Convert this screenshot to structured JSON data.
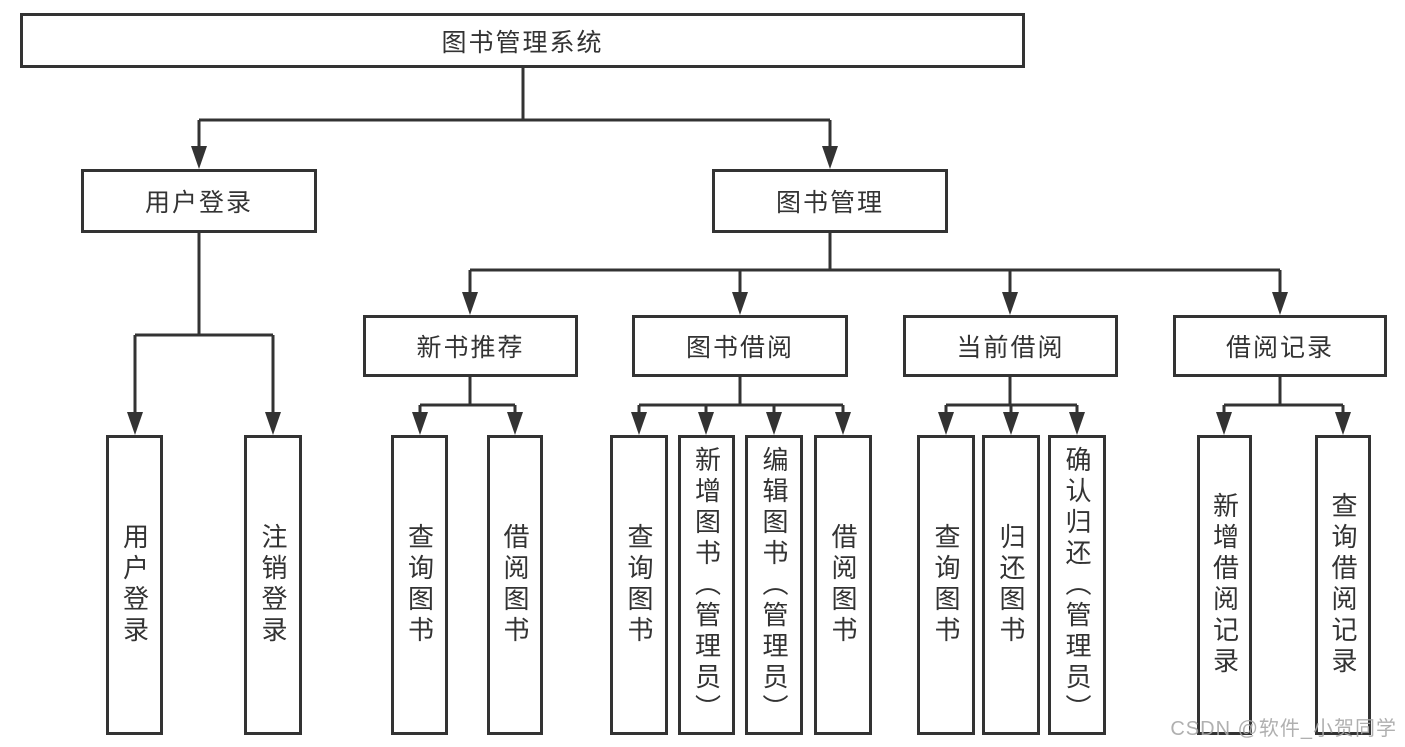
{
  "tree": {
    "root": {
      "label": "图书管理系统"
    },
    "branches": [
      {
        "label": "用户登录",
        "children": [
          {
            "label": "用户登录"
          },
          {
            "label": "注销登录"
          }
        ]
      },
      {
        "label": "图书管理",
        "children": [
          {
            "label": "新书推荐",
            "children": [
              {
                "label": "查询图书"
              },
              {
                "label": "借阅图书"
              }
            ]
          },
          {
            "label": "图书借阅",
            "children": [
              {
                "label": "查询图书"
              },
              {
                "label": "新增图书（管理员）"
              },
              {
                "label": "编辑图书（管理员）"
              },
              {
                "label": "借阅图书"
              }
            ]
          },
          {
            "label": "当前借阅",
            "children": [
              {
                "label": "查询图书"
              },
              {
                "label": "归还图书"
              },
              {
                "label": "确认归还（管理员）"
              }
            ]
          },
          {
            "label": "借阅记录",
            "children": [
              {
                "label": "新增借阅记录"
              },
              {
                "label": "查询借阅记录"
              }
            ]
          }
        ]
      }
    ]
  },
  "watermark": "CSDN @软件_小贺同学",
  "colors": {
    "line": "#333333",
    "text": "#333333",
    "background": "#ffffff",
    "watermark": "#a8a8a8"
  }
}
